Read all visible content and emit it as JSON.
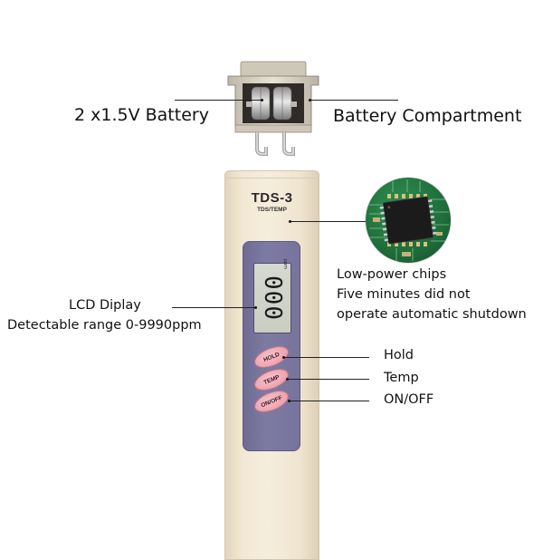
{
  "labels": {
    "battery": "2 x1.5V Battery",
    "compartment": "Battery Compartment",
    "chip_line1": "Low-power chips",
    "chip_line2": "Five minutes did not",
    "chip_line3": "operate automatic shutdown",
    "lcd_line1": "LCD Diplay",
    "lcd_line2": "Detectable range 0-9990ppm",
    "hold": "Hold",
    "temp": "Temp",
    "onoff": "ON/OFF"
  },
  "meter": {
    "brand": "TDS-3",
    "sub_brand": "TDS/TEMP",
    "lcd_value": "000",
    "lcd_unit": "ppm",
    "buttons": {
      "hold": "HOLD",
      "temp": "TEMP",
      "onoff": "ON/OFF"
    }
  },
  "colors": {
    "meter_body": "#f1e7d3",
    "panel": "#7d7aa3",
    "button": "#eea1ad",
    "chip_board": "#1f6d3b"
  },
  "icons": [
    "battery-cap-icon",
    "chip-board-icon"
  ]
}
